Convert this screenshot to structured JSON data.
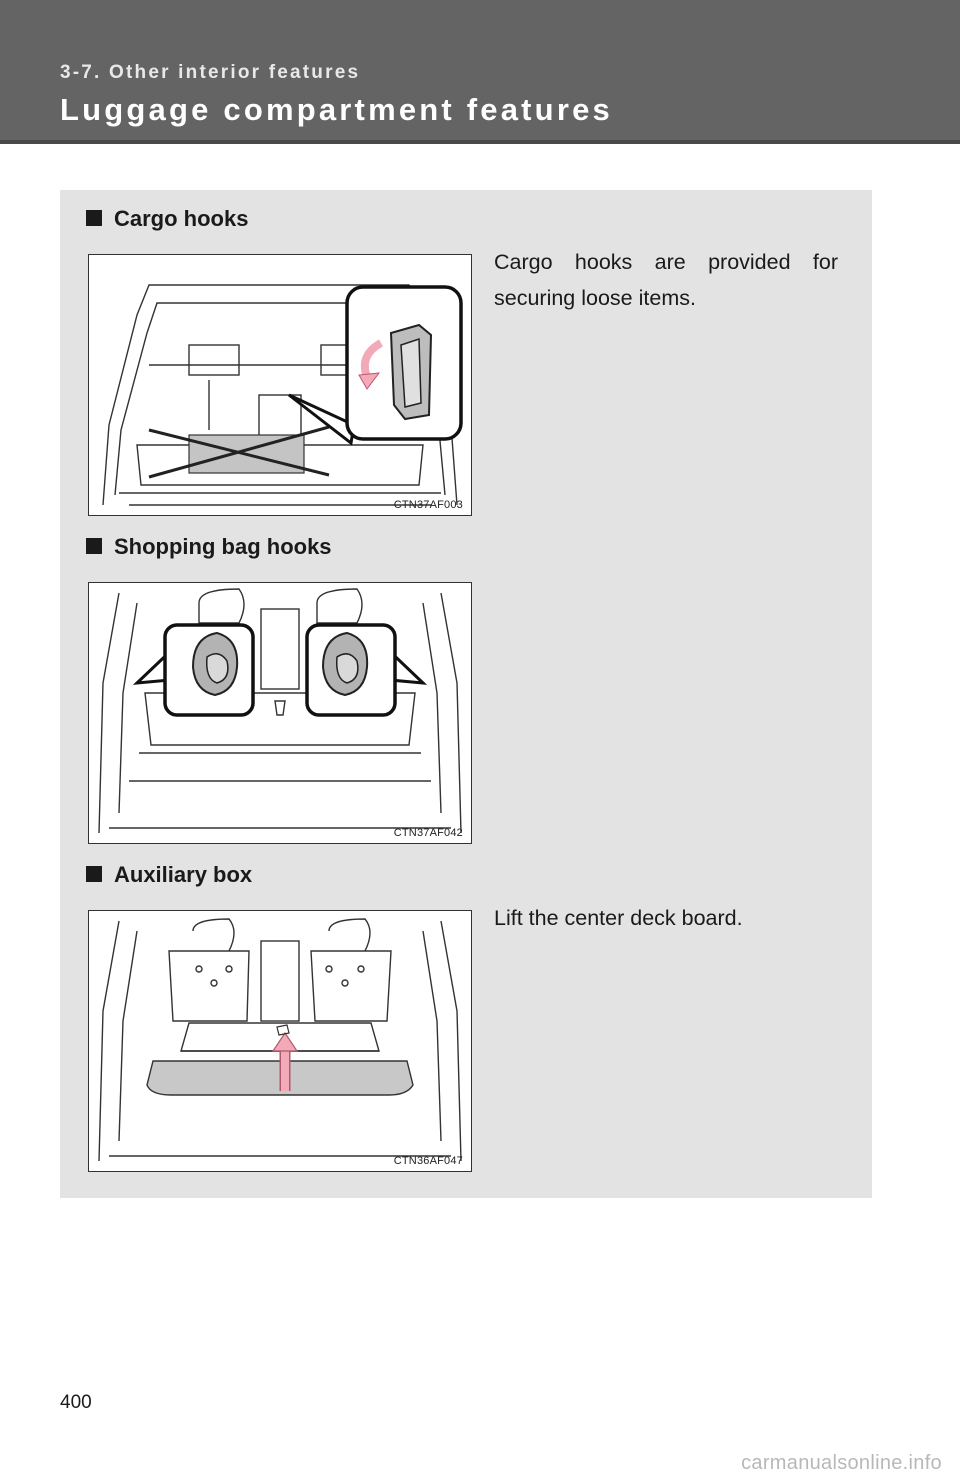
{
  "header": {
    "section": "3-7. Other interior features",
    "title": "Luggage compartment features"
  },
  "sections": [
    {
      "heading": "Cargo hooks",
      "figure_code": "CTN37AF003",
      "text": "Cargo hooks are provided for securing loose items."
    },
    {
      "heading": "Shopping bag hooks",
      "figure_code": "CTN37AF042"
    },
    {
      "heading": "Auxiliary box",
      "figure_code": "CTN36AF047",
      "text": "Lift the center deck board."
    }
  ],
  "page_number": "400",
  "watermark": "carmanualsonline.info",
  "colors": {
    "header_bg": "#646464",
    "panel_bg": "#e3e3e3",
    "arrow_pink": "#f2a9b8"
  }
}
